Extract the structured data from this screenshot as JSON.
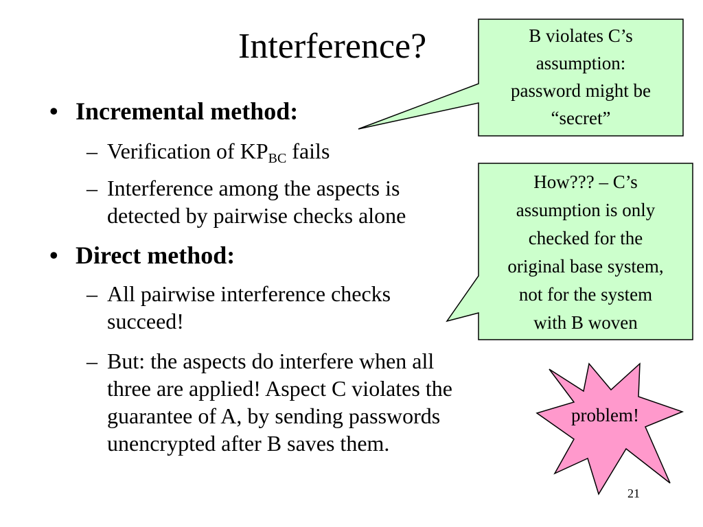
{
  "slide": {
    "title": "Interference?",
    "page_number": "21",
    "bullets": [
      {
        "text": "Incremental method:",
        "subitems": [
          {
            "text_prefix": "Verification of KP",
            "subscript": "BC",
            "text_suffix": " fails"
          },
          {
            "lines": [
              "Interference among the aspects is",
              "detected by pairwise checks alone"
            ]
          }
        ]
      },
      {
        "text": "Direct method:",
        "subitems": [
          {
            "lines": [
              "All pairwise interference checks",
              "succeed!"
            ]
          },
          {
            "lines": [
              "But: the aspects do interfere when all",
              "three are applied! Aspect C violates the",
              "guarantee of A, by sending passwords",
              "unencrypted after B saves them."
            ]
          }
        ]
      }
    ],
    "dash": "–"
  },
  "callouts": [
    {
      "lines": [
        "B violates C’s",
        "assumption:",
        "password might be",
        "“secret”"
      ]
    },
    {
      "lines": [
        "How??? – C’s",
        "assumption is only",
        "checked for the",
        "original base system,",
        "not for the system",
        "with B woven"
      ]
    }
  ],
  "burst": {
    "text": "problem!"
  },
  "colors": {
    "callout_fill": "#ccffcc",
    "burst_fill": "#ff99cc",
    "outline": "#000000",
    "background": "#ffffff"
  }
}
